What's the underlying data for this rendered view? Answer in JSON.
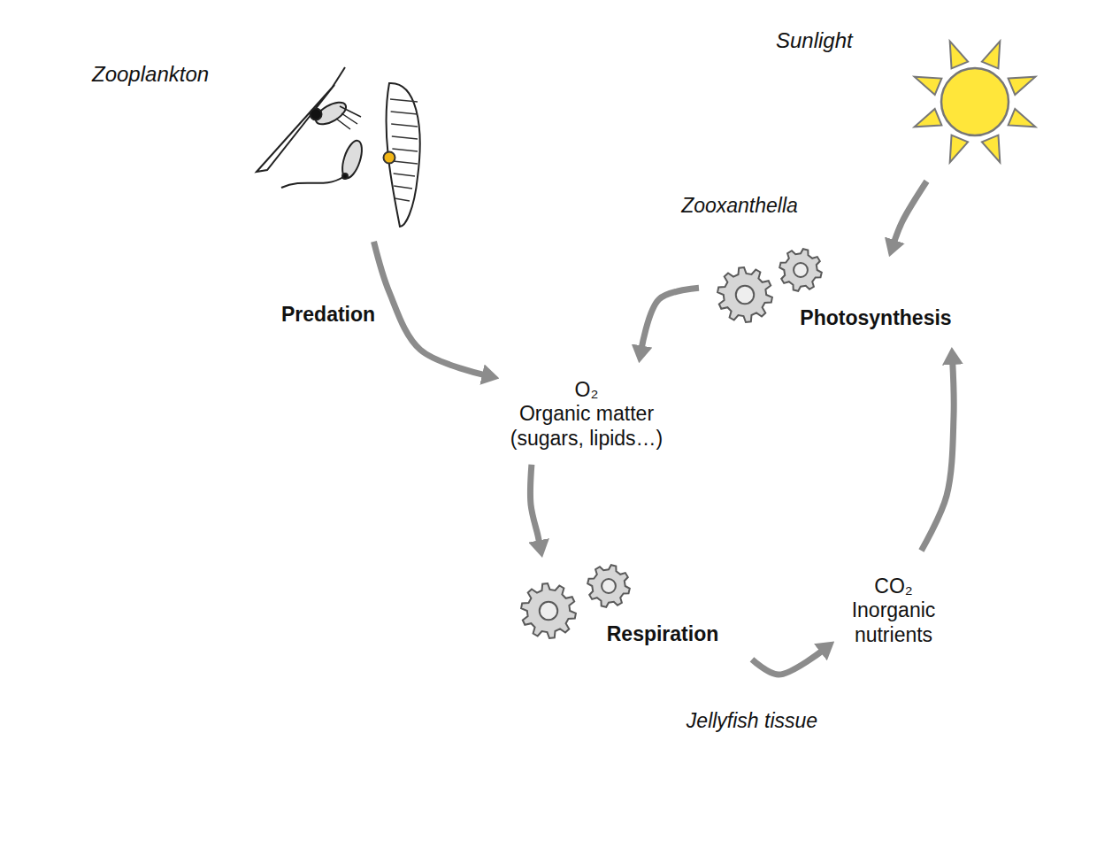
{
  "diagram": {
    "nodes": [
      {
        "text": [
          "Zooplankton"
        ]
      },
      {
        "text": [
          "Sunlight"
        ]
      },
      {
        "text": [
          "Zooxanthella",
          "Jellyfish tissue"
        ]
      },
      {
        "text": [
          "Photosynthesis"
        ],
        "in": 2
      },
      {
        "text": [
          "O₂",
          "Organic matter (sugars, lipids…)"
        ],
        "in": 2
      },
      {
        "text": [
          "Respiration"
        ],
        "in": 2
      },
      {
        "text": [
          "CO₂",
          "Inorganic nutrients"
        ],
        "in": 2
      }
    ],
    "edges": [
      {
        "from": 0,
        "to": 4,
        "arrow": "to",
        "label": "Predation"
      },
      {
        "from": 1,
        "to": 3,
        "arrow": "to"
      },
      {
        "from": 3,
        "to": 4,
        "arrow": "to"
      },
      {
        "from": 4,
        "to": 5,
        "arrow": "to"
      },
      {
        "from": 5,
        "to": 6,
        "arrow": "to"
      },
      {
        "from": 6,
        "to": 3,
        "arrow": "to"
      }
    ]
  }
}
